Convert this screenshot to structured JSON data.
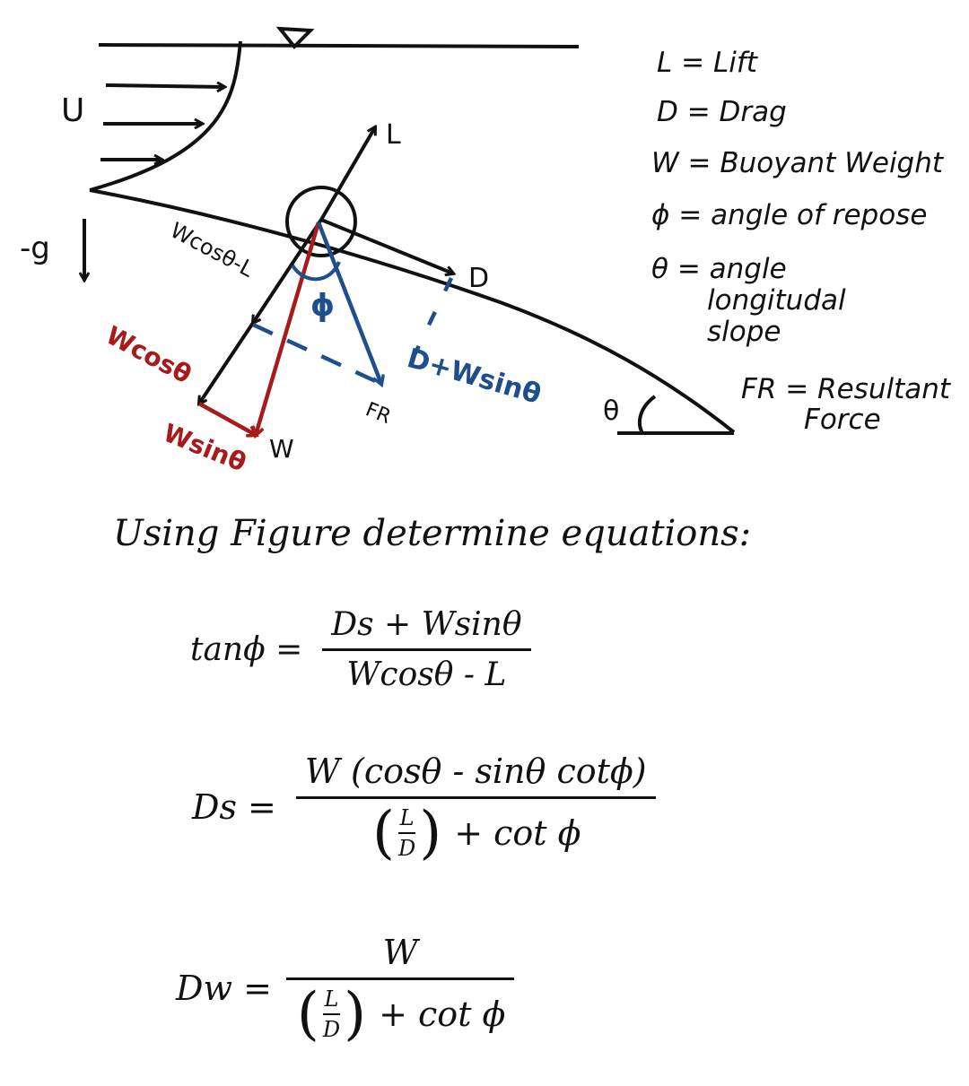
{
  "figure": {
    "flow_label": "U",
    "gravity_label": "-g",
    "lift_label": "L",
    "drag_label": "D",
    "wcos_minus_l_label": "Wcosθ-L",
    "phi_label": "ϕ",
    "d_plus_wsin_label": "D+Wsinθ",
    "wcos_label": "Wcosθ",
    "wsin_label": "Wsinθ",
    "w_label": "W",
    "fr_label": "FR",
    "theta_label": "θ"
  },
  "legend": [
    "L = Lift",
    "D = Drag",
    "W = Buoyant Weight",
    "ϕ = angle of repose",
    "θ = angle",
    "longitudal",
    "slope",
    "FR = Resultant",
    "Force"
  ],
  "instruction": "Using Figure determine equations:",
  "eq1": {
    "lhs": "tanϕ =",
    "num": "Ds + Wsinθ",
    "den": "Wcosθ - L"
  },
  "eq2": {
    "lhs": "Ds =",
    "num": "W (cosθ - sinθ cotϕ)",
    "den_l": "L",
    "den_d": "D",
    "den_rest": "+ cot ϕ"
  },
  "eq3": {
    "lhs": "Dw =",
    "num": "W",
    "den_l": "L",
    "den_d": "D",
    "den_rest": "+ cot ϕ"
  },
  "colors": {
    "ink": "#111111",
    "red": "#a61b1b",
    "blue": "#1f4e8c"
  }
}
